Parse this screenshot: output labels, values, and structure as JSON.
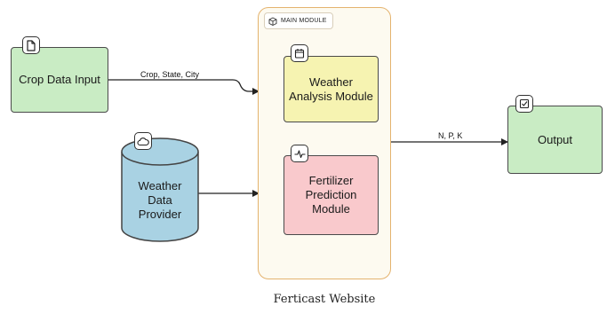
{
  "nodes": {
    "crop_data_input": {
      "label": "Crop Data Input",
      "icon": "document-icon"
    },
    "weather_data_provider": {
      "label": "Weather\nData\nProvider",
      "icon": "cloud-icon"
    },
    "main_module": {
      "label": "MAIN MODULE",
      "icon": "cube-icon"
    },
    "weather_analysis_module": {
      "label": "Weather\nAnalysis Module",
      "icon": "calendar-icon"
    },
    "fertilizer_prediction_module": {
      "label": "Fertilizer\nPrediction\nModule",
      "icon": "pulse-icon"
    },
    "output": {
      "label": "Output",
      "icon": "checkbox-icon"
    }
  },
  "edges": {
    "crop_to_main": {
      "label": "Crop, State, City"
    },
    "main_to_output": {
      "label": "N, P, K"
    }
  },
  "caption": "Ferticast Website",
  "colors": {
    "green_fill": "#c9ecc4",
    "yellow_fill": "#f6f3b1",
    "pink_fill": "#f9c9cc",
    "blue_fill": "#a9d2e3",
    "main_module_border": "#e4b36e",
    "main_module_fill": "#fdfaf0"
  }
}
